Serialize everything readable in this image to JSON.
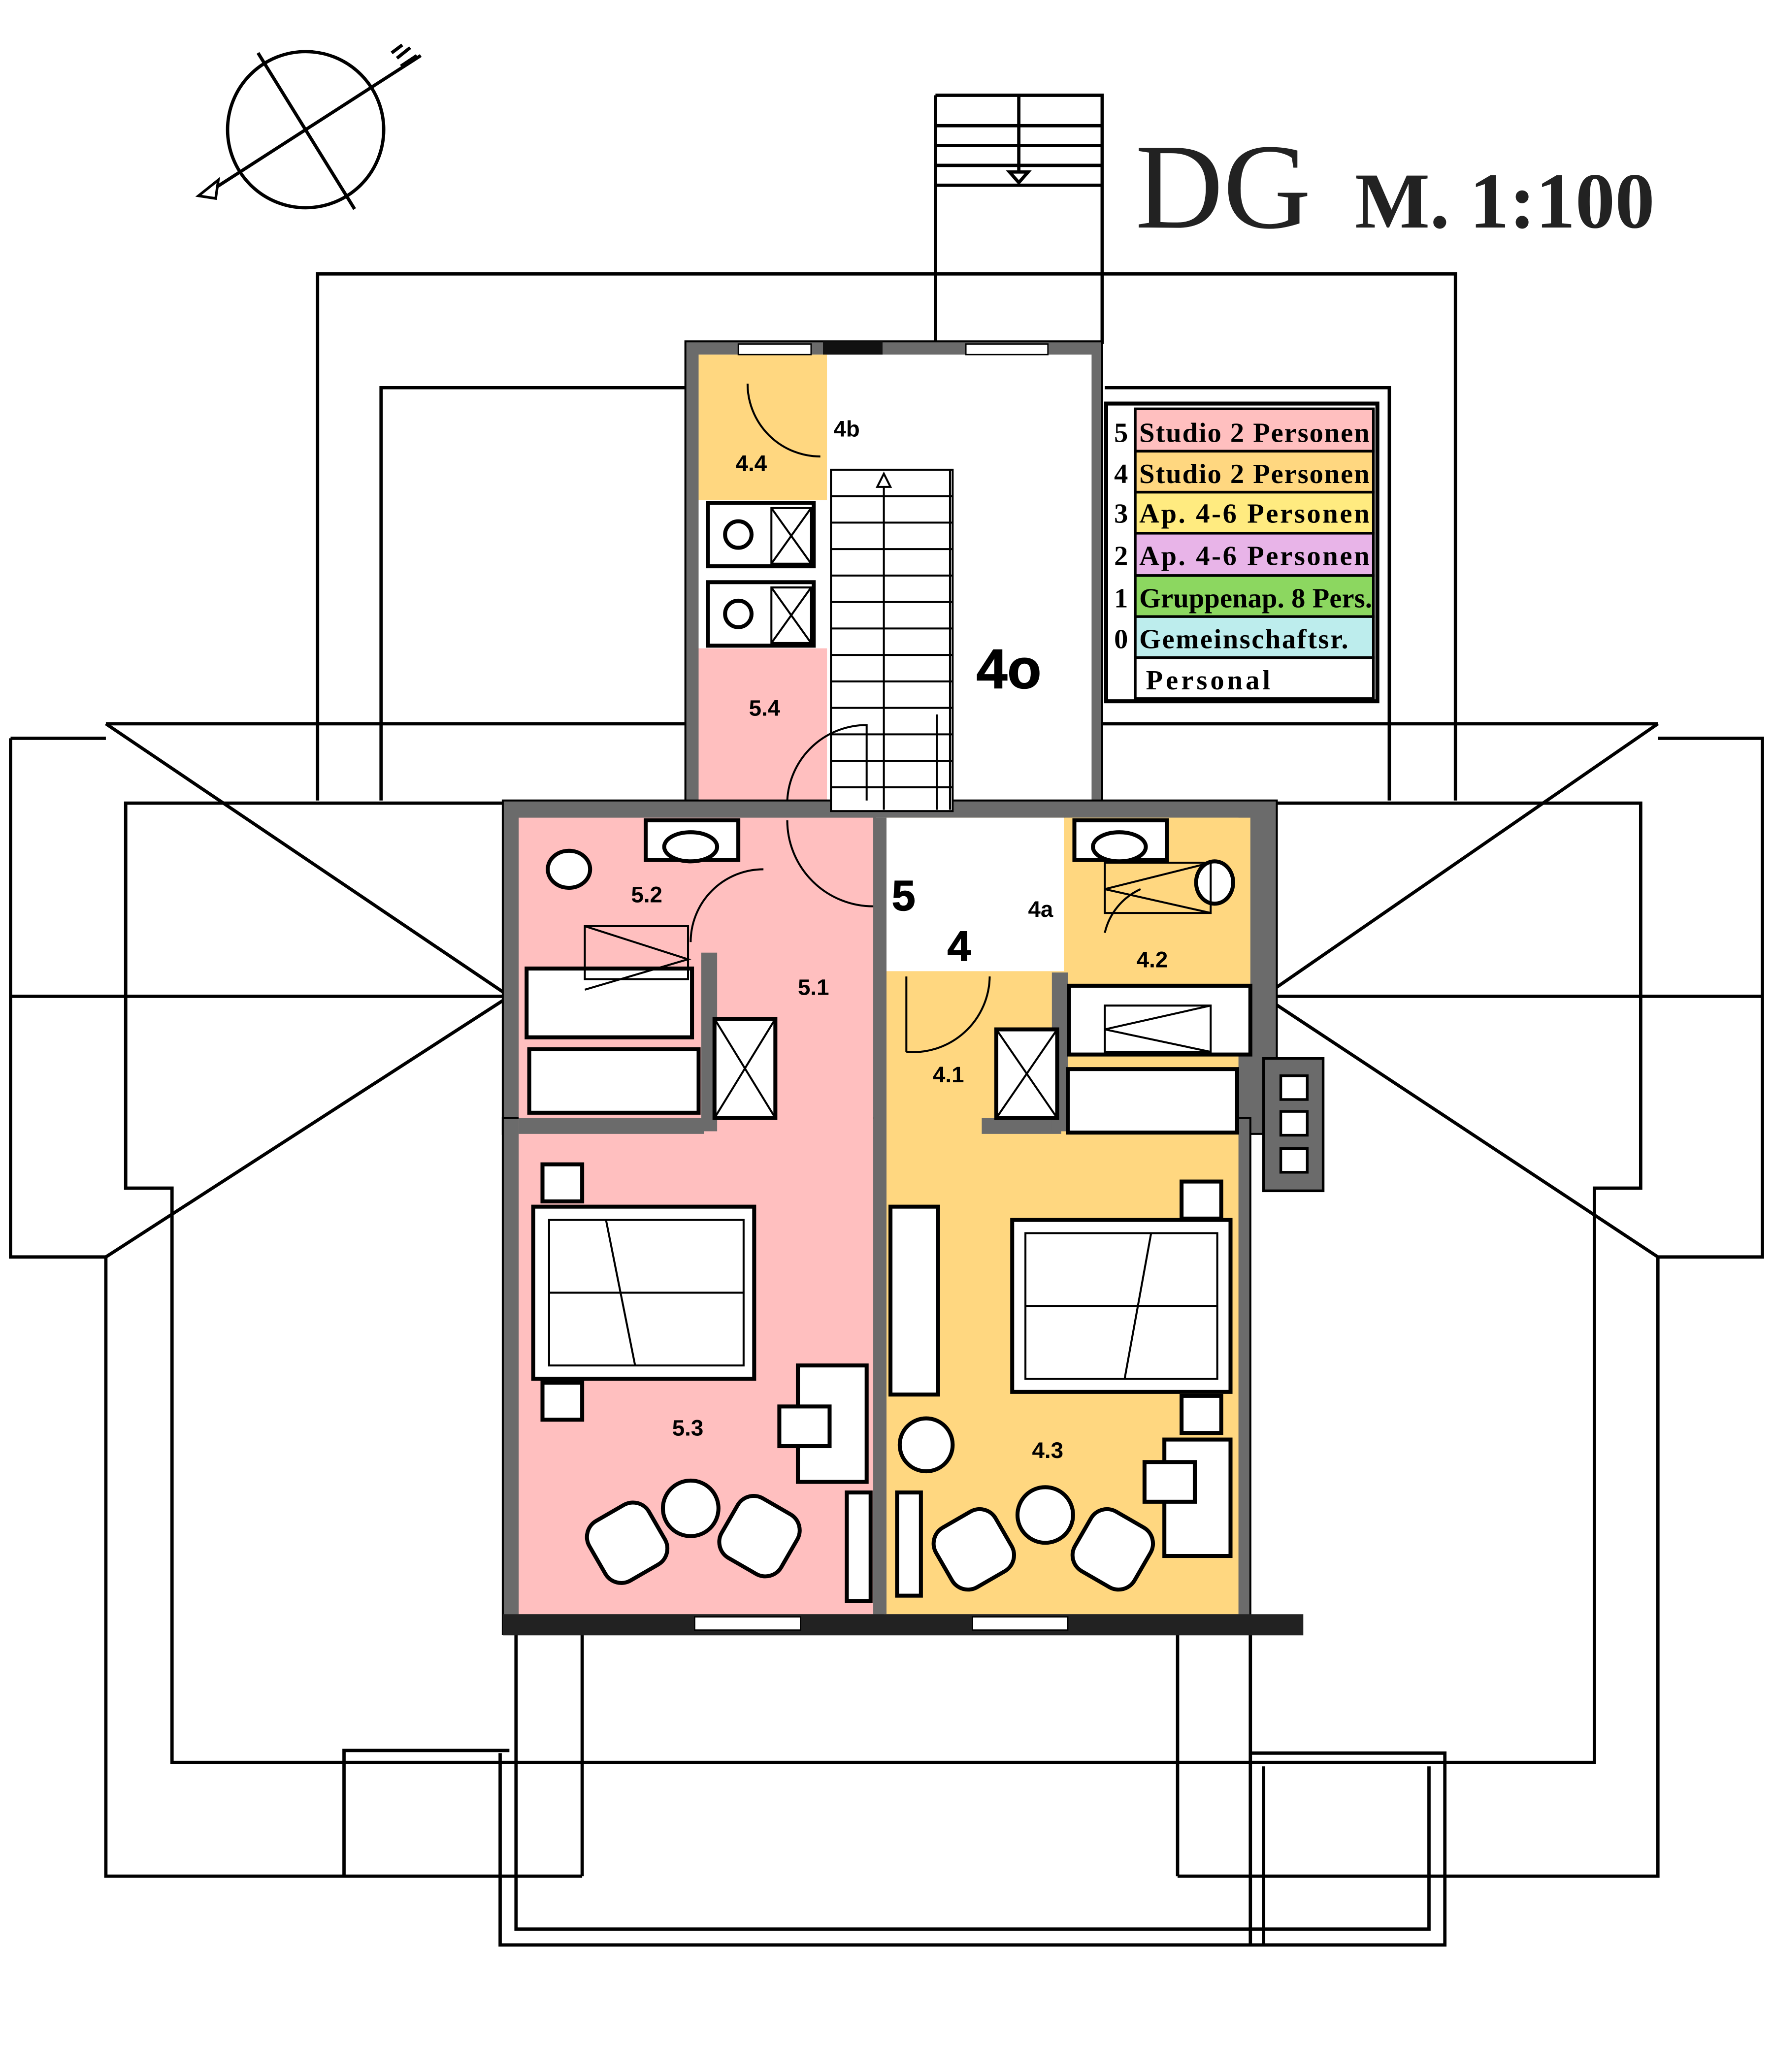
{
  "title": {
    "floor": "DG",
    "scale": "M. 1:100"
  },
  "legend": [
    {
      "num": "5",
      "label": "Studio 2 Personen",
      "color": "#FFBFBF"
    },
    {
      "num": "4",
      "label": "Studio 2 Personen",
      "color": "#FFD780"
    },
    {
      "num": "3",
      "label": "Ap. 4-6 Personen",
      "color": "#FFEB80"
    },
    {
      "num": "2",
      "label": "Ap. 4-6 Personen",
      "color": "#E8B4E8"
    },
    {
      "num": "1",
      "label": "Gruppenap. 8 Pers.",
      "color": "#8CD760"
    },
    {
      "num": "0",
      "label": "Gemeinschaftsr.",
      "color": "#BDEDED"
    },
    {
      "num": "",
      "label": "Personal",
      "color": "#FFFFFF"
    }
  ],
  "rooms": {
    "r44": "4.4",
    "r4b": "4b",
    "r4o": "4o",
    "r54": "5.4",
    "r52": "5.2",
    "r51": "5.1",
    "r5": "5",
    "r4": "4",
    "r4a": "4a",
    "r42": "4.2",
    "r41": "4.1",
    "r53": "5.3",
    "r43": "4.3"
  },
  "icons": {
    "compass": "north-arrow-icon"
  }
}
